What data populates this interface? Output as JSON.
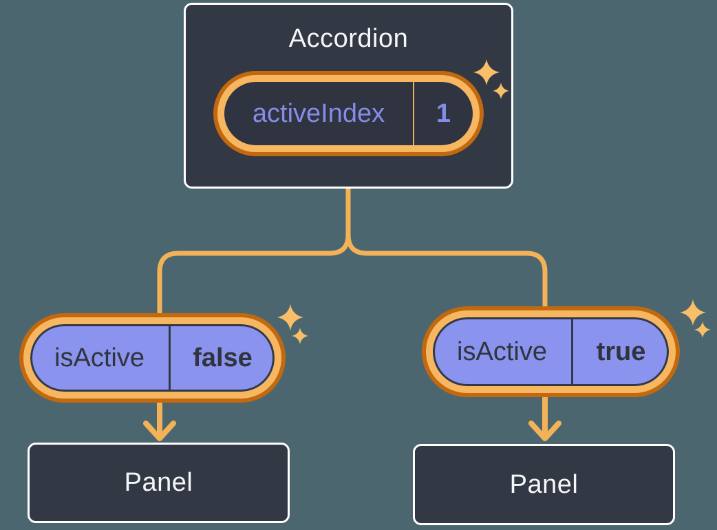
{
  "diagram": {
    "description": "Component tree diagram: Accordion holding activeIndex state, passing isActive props to two Panels",
    "accordion": {
      "title": "Accordion",
      "state": {
        "name": "activeIndex",
        "value": "1"
      }
    },
    "children": [
      {
        "prop_name": "isActive",
        "prop_value": "false",
        "panel_label": "Panel"
      },
      {
        "prop_name": "isActive",
        "prop_value": "true",
        "panel_label": "Panel"
      }
    ]
  },
  "icons": {
    "sparkles": "four-point-sparkle"
  },
  "colors": {
    "background": "#4C6670",
    "card_fill": "#333845",
    "card_border": "#FFFFFF",
    "card_text": "#F6F7F9",
    "pill_ring_outer": "#C2690F",
    "pill_ring_inner": "#F7B761",
    "state_pill_fill": "#2F3440",
    "state_text_purple": "#858DE8",
    "prop_pill_fill": "#8A94EE",
    "prop_text_dark": "#30343E",
    "connector_orange": "#F3B257",
    "sparkle_orange": "#F8BE68"
  }
}
